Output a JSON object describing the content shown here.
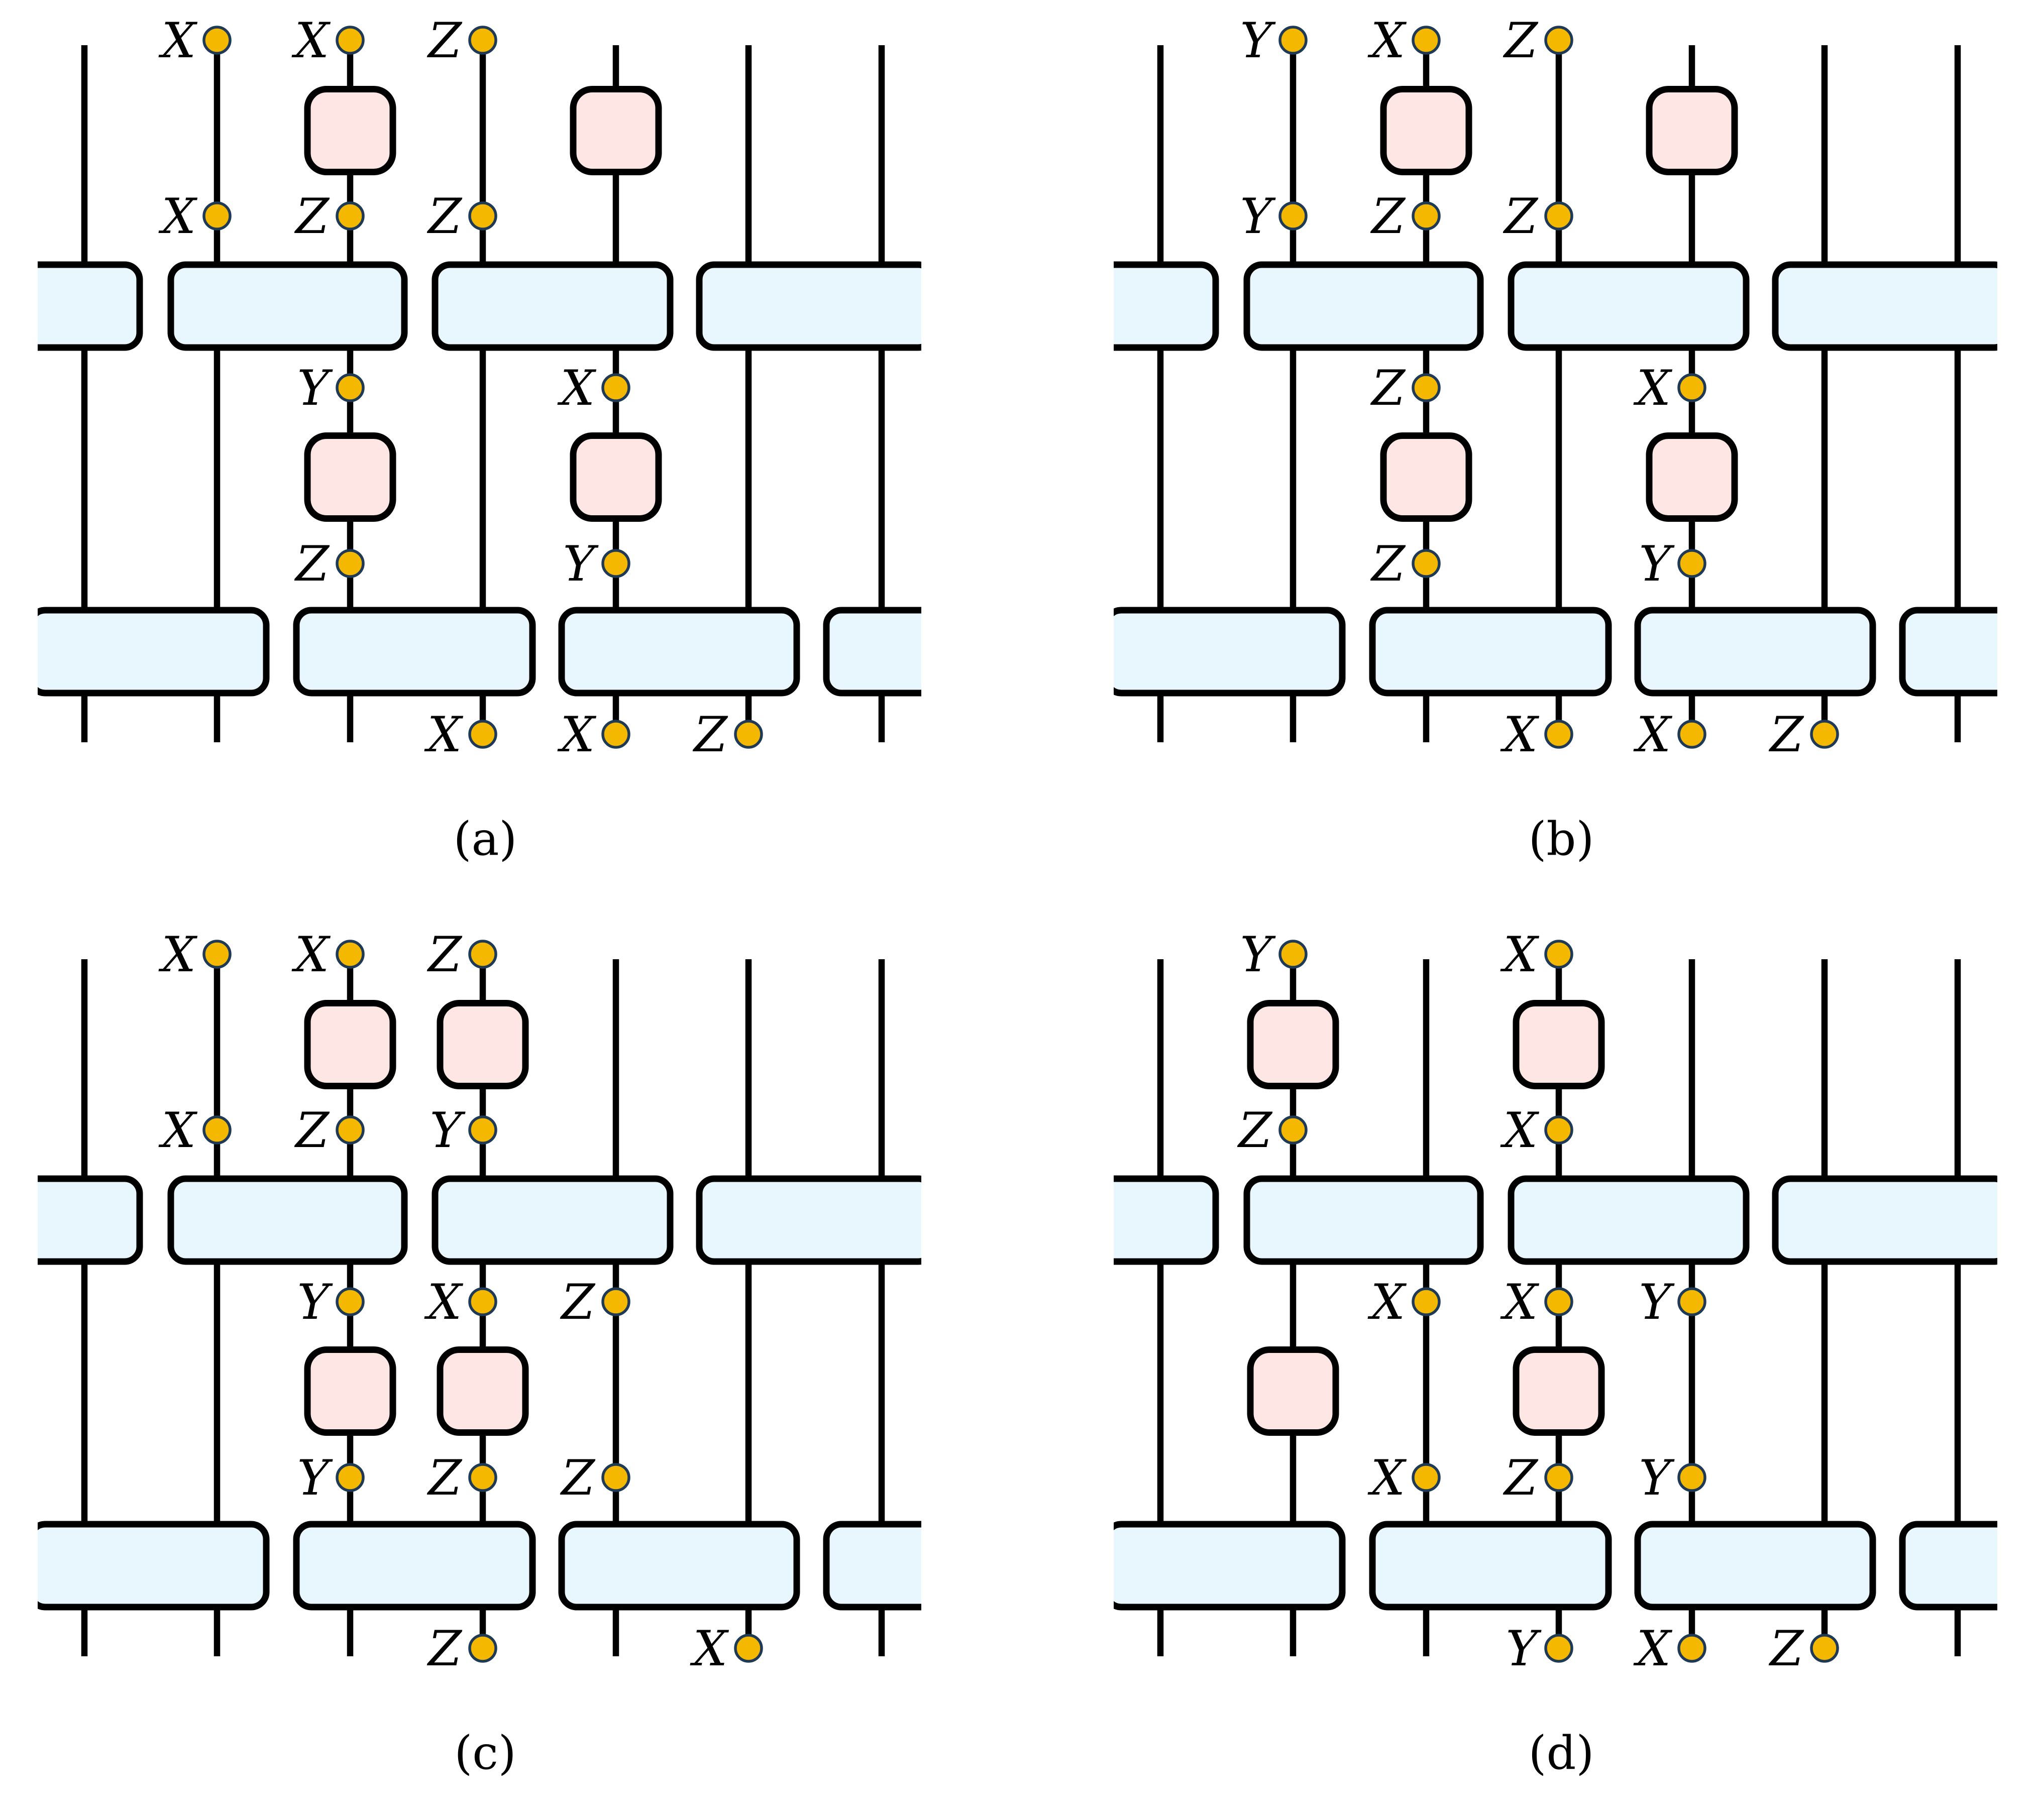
{
  "colors": {
    "two_qubit_gate_fill": "#e8f7fd",
    "single_qubit_gate_fill": "#fde6e3",
    "pauli_marker_fill": "#f5b800",
    "pauli_marker_stroke": "#1f3a56",
    "wire": "#000000"
  },
  "panels": [
    {
      "caption": "(a)",
      "upper_single_qubit_gates": [
        2,
        4
      ],
      "lower_single_qubit_gates": [
        2,
        4
      ],
      "markers": [
        {
          "wire": 1,
          "row": "top",
          "pauli": "X"
        },
        {
          "wire": 2,
          "row": "top",
          "pauli": "X"
        },
        {
          "wire": 3,
          "row": "top",
          "pauli": "Z"
        },
        {
          "wire": 1,
          "row": "upper_mid",
          "pauli": "X"
        },
        {
          "wire": 2,
          "row": "upper_mid",
          "pauli": "Z"
        },
        {
          "wire": 3,
          "row": "upper_mid",
          "pauli": "Z"
        },
        {
          "wire": 2,
          "row": "middle",
          "pauli": "Y"
        },
        {
          "wire": 4,
          "row": "middle",
          "pauli": "X"
        },
        {
          "wire": 2,
          "row": "lower_mid",
          "pauli": "Z"
        },
        {
          "wire": 4,
          "row": "lower_mid",
          "pauli": "Y"
        },
        {
          "wire": 3,
          "row": "bottom",
          "pauli": "X"
        },
        {
          "wire": 4,
          "row": "bottom",
          "pauli": "X"
        },
        {
          "wire": 5,
          "row": "bottom",
          "pauli": "Z"
        }
      ]
    },
    {
      "caption": "(b)",
      "upper_single_qubit_gates": [
        2,
        4
      ],
      "lower_single_qubit_gates": [
        2,
        4
      ],
      "markers": [
        {
          "wire": 1,
          "row": "top",
          "pauli": "Y"
        },
        {
          "wire": 2,
          "row": "top",
          "pauli": "X"
        },
        {
          "wire": 3,
          "row": "top",
          "pauli": "Z"
        },
        {
          "wire": 1,
          "row": "upper_mid",
          "pauli": "Y"
        },
        {
          "wire": 2,
          "row": "upper_mid",
          "pauli": "Z"
        },
        {
          "wire": 3,
          "row": "upper_mid",
          "pauli": "Z"
        },
        {
          "wire": 2,
          "row": "middle",
          "pauli": "Z"
        },
        {
          "wire": 4,
          "row": "middle",
          "pauli": "X"
        },
        {
          "wire": 2,
          "row": "lower_mid",
          "pauli": "Z"
        },
        {
          "wire": 4,
          "row": "lower_mid",
          "pauli": "Y"
        },
        {
          "wire": 3,
          "row": "bottom",
          "pauli": "X"
        },
        {
          "wire": 4,
          "row": "bottom",
          "pauli": "X"
        },
        {
          "wire": 5,
          "row": "bottom",
          "pauli": "Z"
        }
      ]
    },
    {
      "caption": "(c)",
      "upper_single_qubit_gates": [
        2,
        3
      ],
      "lower_single_qubit_gates": [
        2,
        3
      ],
      "markers": [
        {
          "wire": 1,
          "row": "top",
          "pauli": "X"
        },
        {
          "wire": 2,
          "row": "top",
          "pauli": "X"
        },
        {
          "wire": 3,
          "row": "top",
          "pauli": "Z"
        },
        {
          "wire": 1,
          "row": "upper_mid",
          "pauli": "X"
        },
        {
          "wire": 2,
          "row": "upper_mid",
          "pauli": "Z"
        },
        {
          "wire": 3,
          "row": "upper_mid",
          "pauli": "Y"
        },
        {
          "wire": 2,
          "row": "middle",
          "pauli": "Y"
        },
        {
          "wire": 3,
          "row": "middle",
          "pauli": "X"
        },
        {
          "wire": 4,
          "row": "middle",
          "pauli": "Z"
        },
        {
          "wire": 2,
          "row": "lower_mid",
          "pauli": "Y"
        },
        {
          "wire": 3,
          "row": "lower_mid",
          "pauli": "Z"
        },
        {
          "wire": 4,
          "row": "lower_mid",
          "pauli": "Z"
        },
        {
          "wire": 3,
          "row": "bottom",
          "pauli": "Z"
        },
        {
          "wire": 5,
          "row": "bottom",
          "pauli": "X"
        }
      ]
    },
    {
      "caption": "(d)",
      "upper_single_qubit_gates": [
        1,
        3
      ],
      "lower_single_qubit_gates": [
        1,
        3
      ],
      "markers": [
        {
          "wire": 1,
          "row": "top",
          "pauli": "Y"
        },
        {
          "wire": 3,
          "row": "top",
          "pauli": "X"
        },
        {
          "wire": 1,
          "row": "upper_mid",
          "pauli": "Z"
        },
        {
          "wire": 3,
          "row": "upper_mid",
          "pauli": "X"
        },
        {
          "wire": 2,
          "row": "middle",
          "pauli": "X"
        },
        {
          "wire": 3,
          "row": "middle",
          "pauli": "X"
        },
        {
          "wire": 4,
          "row": "middle",
          "pauli": "Y"
        },
        {
          "wire": 2,
          "row": "lower_mid",
          "pauli": "X"
        },
        {
          "wire": 3,
          "row": "lower_mid",
          "pauli": "Z"
        },
        {
          "wire": 4,
          "row": "lower_mid",
          "pauli": "Y"
        },
        {
          "wire": 3,
          "row": "bottom",
          "pauli": "Y"
        },
        {
          "wire": 4,
          "row": "bottom",
          "pauli": "X"
        },
        {
          "wire": 5,
          "row": "bottom",
          "pauli": "Z"
        }
      ]
    }
  ]
}
